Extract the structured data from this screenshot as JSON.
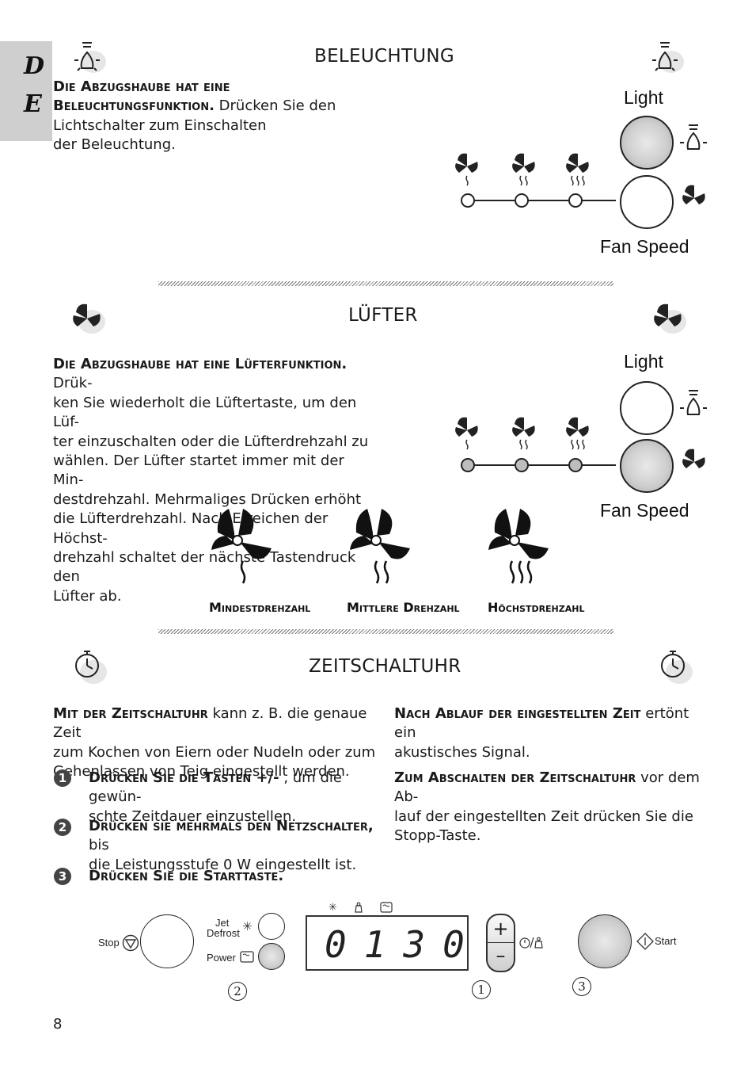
{
  "language_tab": {
    "line1": "D",
    "line2": "E"
  },
  "beleuchtung": {
    "title": "BELEUCHTUNG",
    "lead": "Die Abzugshaube hat eine Beleuchtungsfunktion.",
    "text_line1": " Drücken Sie den Lichtschalter zum Einschalten",
    "text_line2": "der Beleuchtung.",
    "panel": {
      "light_label": "Light",
      "fan_label": "Fan Speed",
      "light_on": true,
      "fan_on": false
    }
  },
  "luefter": {
    "title": "LÜFTER",
    "lead": "Die Abzugshaube hat eine Lüfterfunktion.",
    "lines": [
      " Drük-",
      "ken Sie wiederholt die Lüftertaste, um den Lüf-",
      "ter einzuschalten oder die Lüfterdrehzahl zu",
      "wählen. Der Lüfter startet immer mit der Min-",
      "destdrehzahl. Mehrmaliges Drücken erhöht",
      "die Lüfterdrehzahl. Nach Erreichen der Höchst-",
      "drehzahl schaltet der nächste Tastendruck den",
      "Lüfter ab."
    ],
    "panel": {
      "light_label": "Light",
      "fan_label": "Fan Speed",
      "light_on": false,
      "fan_on": true
    },
    "speeds": [
      {
        "label": "Mindestdrehzahl",
        "waves": 1
      },
      {
        "label": "Mittlere Drehzahl",
        "waves": 2
      },
      {
        "label": "Höchstdrehzahl",
        "waves": 3
      }
    ]
  },
  "zeitschaltuhr": {
    "title": "ZEITSCHALTUHR",
    "intro_lead": "Mit der Zeitschaltuhr",
    "intro_rest1": " kann z. B. die genaue Zeit",
    "intro_rest2": "zum Kochen von Eiern oder Nudeln oder zum",
    "intro_rest3": "Gehenlassen von Teig eingestellt werden.",
    "steps": [
      {
        "num": "1",
        "lead": "Drücken Sie die Tasten +/-",
        "rest1": " , um die gewün-",
        "rest2": "schte Zeitdauer einzustellen."
      },
      {
        "num": "2",
        "lead": "Drücken sie mehrmals den Netzschalter,",
        "rest1": " bis",
        "rest2": "die Leistungsstufe 0 W eingestellt ist."
      },
      {
        "num": "3",
        "lead": "Drücken Sie die Starttaste.",
        "rest1": "",
        "rest2": ""
      }
    ],
    "right1_lead": "Nach Ablauf der eingestellten Zeit",
    "right1_rest1": " ertönt ein",
    "right1_rest2": "akustisches Signal.",
    "right2_lead": "Zum Abschalten der Zeitschaltuhr",
    "right2_rest1": " vor dem Ab-",
    "right2_rest2": "lauf der eingestellten Zeit drücken Sie die",
    "right2_rest3": "Stopp-Taste.",
    "control": {
      "stop_label": "Stop",
      "jet_label": "Jet",
      "defrost_label": "Defrost",
      "power_label": "Power",
      "display_value": "0130",
      "plus": "+",
      "minus": "–",
      "start_label": "Start",
      "callout_1": "1",
      "callout_2": "2",
      "callout_3": "3"
    }
  },
  "page_number": "8"
}
